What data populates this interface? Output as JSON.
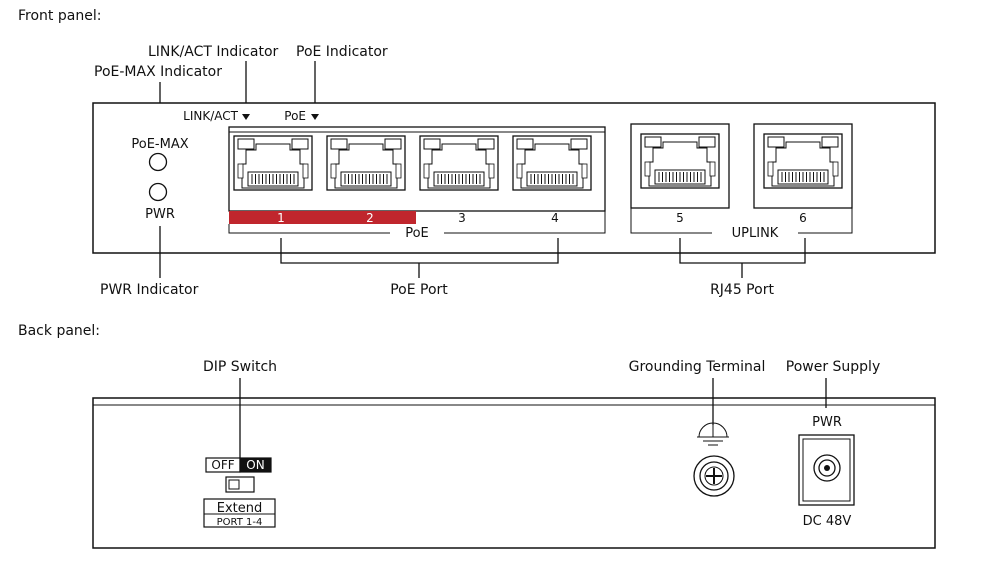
{
  "front": {
    "heading": "Front panel:",
    "callouts": {
      "link_act_indicator": "LINK/ACT Indicator",
      "poe_indicator": "PoE Indicator",
      "poe_max_indicator": "PoE-MAX Indicator",
      "pwr_indicator": "PWR Indicator",
      "poe_port": "PoE Port",
      "rj45_port": "RJ45 Port"
    },
    "panel": {
      "link_act_label": "LINK/ACT",
      "poe_led_label": "PoE",
      "poe_max_led_label": "PoE-MAX",
      "pwr_led_label": "PWR",
      "port_numbers": [
        "1",
        "2",
        "3",
        "4",
        "5",
        "6"
      ],
      "poe_group_label": "PoE",
      "uplink_group_label": "UPLINK",
      "highlight_color": "#c0262d"
    }
  },
  "back": {
    "heading": "Back panel:",
    "callouts": {
      "dip_switch": "DIP Switch",
      "grounding_terminal": "Grounding Terminal",
      "power_supply": "Power Supply"
    },
    "panel": {
      "dip_off": "OFF",
      "dip_on": "ON",
      "extend_label": "Extend",
      "extend_ports": "PORT 1-4",
      "pwr_label": "PWR",
      "dc_label": "DC 48V"
    }
  }
}
